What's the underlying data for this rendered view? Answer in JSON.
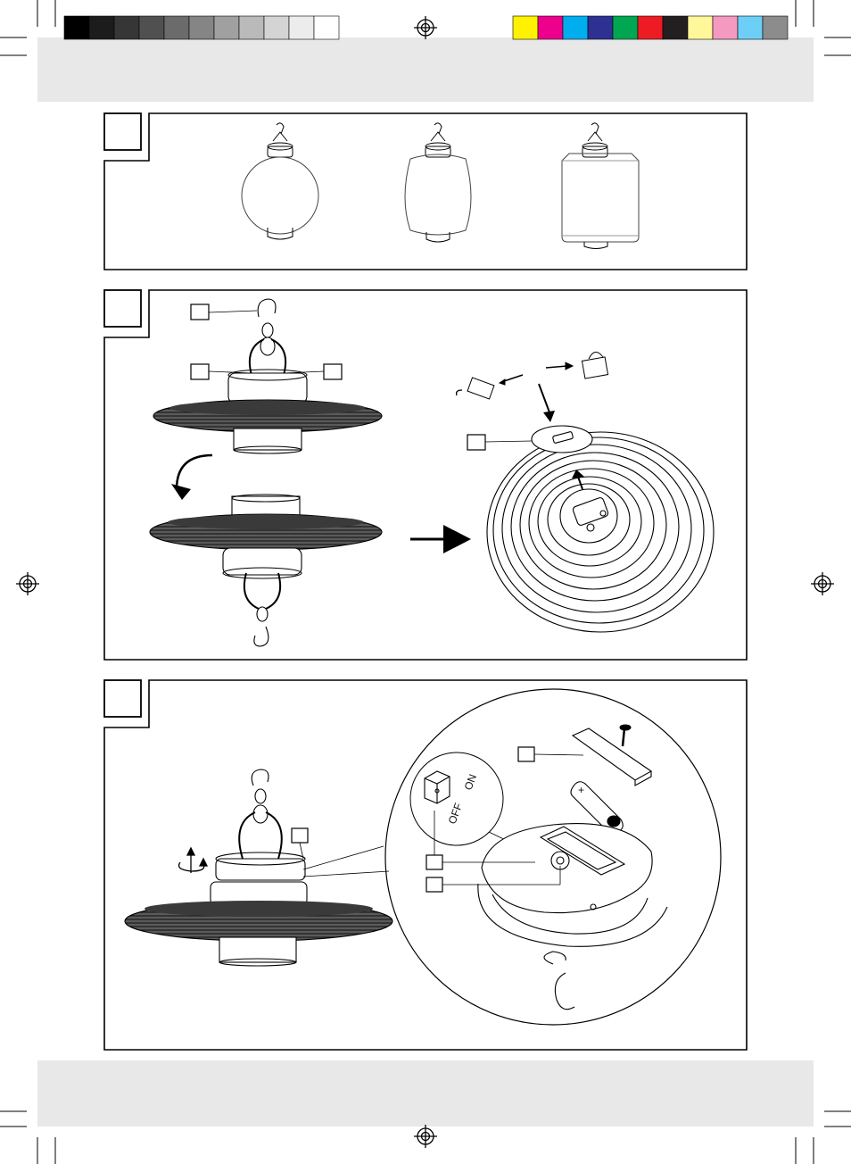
{
  "print_marks": {
    "gray_swatches": [
      "#000000",
      "#1c1c1c",
      "#363636",
      "#505050",
      "#6b6b6b",
      "#858585",
      "#a0a0a0",
      "#bababa",
      "#d4d4d4",
      "#ececec",
      "#ffffff"
    ],
    "color_swatches": [
      "#fff200",
      "#ec008c",
      "#00aeef",
      "#2e3192",
      "#00a651",
      "#ed1c24",
      "#231f20",
      "#fff799",
      "#f49ac1",
      "#6dcff6",
      "#8c8c8c"
    ],
    "band_color": "#e8e8e8"
  },
  "panels": [
    {
      "id": "panel-1",
      "badge": ""
    },
    {
      "id": "panel-2",
      "badge": ""
    },
    {
      "id": "panel-3",
      "badge": ""
    }
  ],
  "labels": {
    "switch_on": "ON",
    "switch_off": "OFF",
    "battery_plus": "+"
  }
}
